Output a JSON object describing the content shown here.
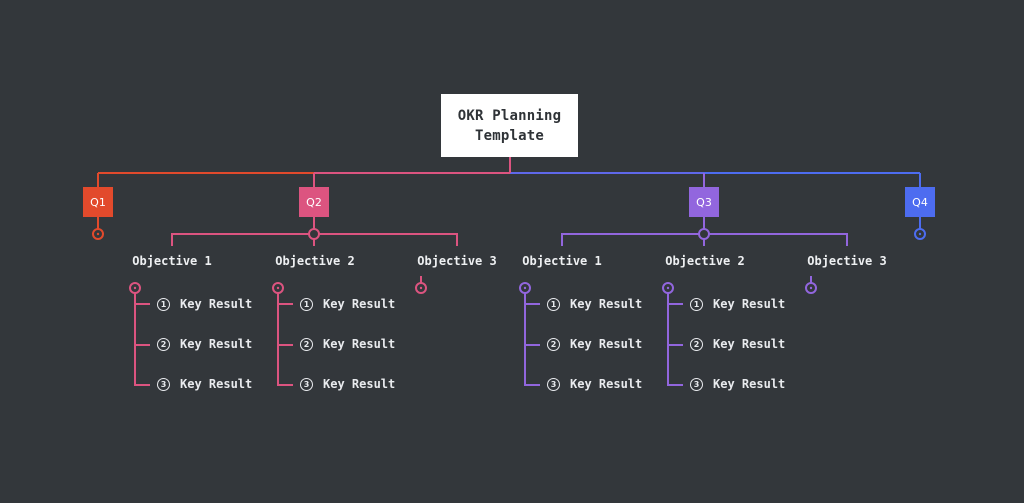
{
  "title": {
    "line1": "OKR Planning",
    "line2": "Template"
  },
  "colors": {
    "q1": "#e24a2c",
    "q2": "#dc5480",
    "q3": "#9266de",
    "q4": "#4d6cf0",
    "background": "#33373b"
  },
  "quarters": [
    {
      "label": "Q1"
    },
    {
      "label": "Q2"
    },
    {
      "label": "Q3"
    },
    {
      "label": "Q4"
    }
  ],
  "q2": {
    "objectives": [
      "Objective 1",
      "Objective 2",
      "Objective 3"
    ],
    "key_results": [
      [
        "Key Result",
        "Key Result",
        "Key Result"
      ],
      [
        "Key Result",
        "Key Result",
        "Key Result"
      ]
    ]
  },
  "q3": {
    "objectives": [
      "Objective 1",
      "Objective 2",
      "Objective 3"
    ],
    "key_results": [
      [
        "Key Result",
        "Key Result",
        "Key Result"
      ],
      [
        "Key Result",
        "Key Result",
        "Key Result"
      ]
    ]
  },
  "kr_numbers": [
    "1",
    "2",
    "3"
  ]
}
